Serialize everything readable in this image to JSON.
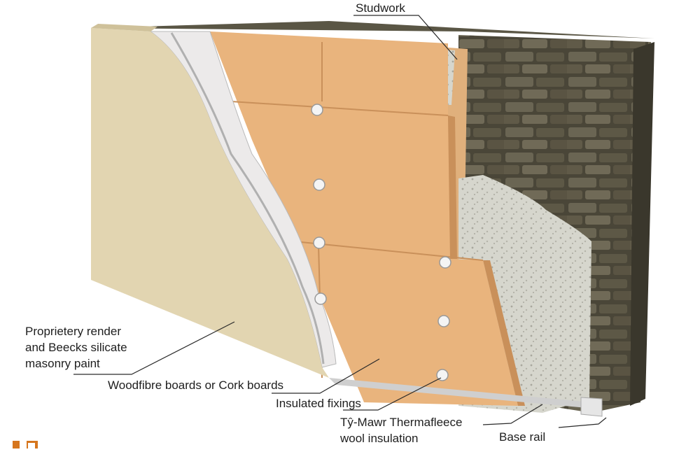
{
  "labels": {
    "studwork": "Studwork",
    "render_line1": "Proprietery render",
    "render_line2": "and Beecks silicate",
    "render_line3": "masonry paint",
    "boards": "Woodfibre boards or Cork boards",
    "fixings": "Insulated fixings",
    "wool_line1": "Tŷ-Mawr Thermafleece",
    "wool_line2": "wool insulation",
    "base_rail": "Base rail"
  },
  "colors": {
    "render": "#e2d5b1",
    "mesh": "#eceaea",
    "board": "#e9b47d",
    "board_edge": "#c9905a",
    "wool": "#d8d8d0",
    "stone": "#4a4638",
    "leader": "#2a2a2a"
  }
}
